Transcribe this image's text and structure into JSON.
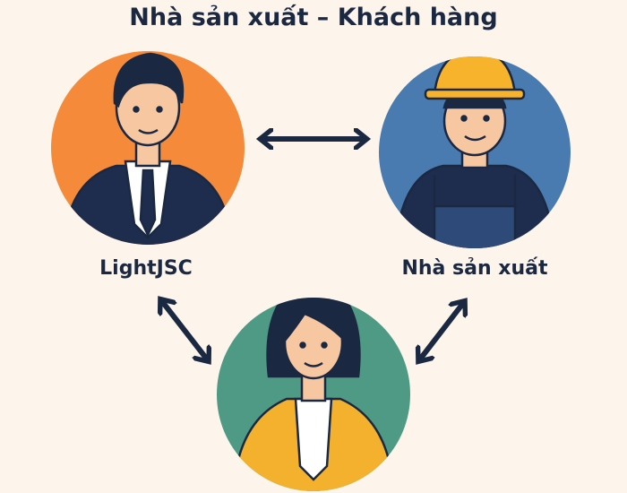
{
  "title": "Nhà sản xuất – Khách hàng",
  "nodes": [
    {
      "label": "LightJSC",
      "role": "businessman",
      "color": "#F58A3A"
    },
    {
      "label": "Nhà sản xuất",
      "role": "worker",
      "color": "#4A7BB0"
    },
    {
      "label": "",
      "role": "customer",
      "color": "#4E9A85"
    }
  ],
  "colors": {
    "background": "#FDF5EC",
    "ink": "#1B2842",
    "helmet": "#F7B32B",
    "blazer": "#F3B12E"
  }
}
